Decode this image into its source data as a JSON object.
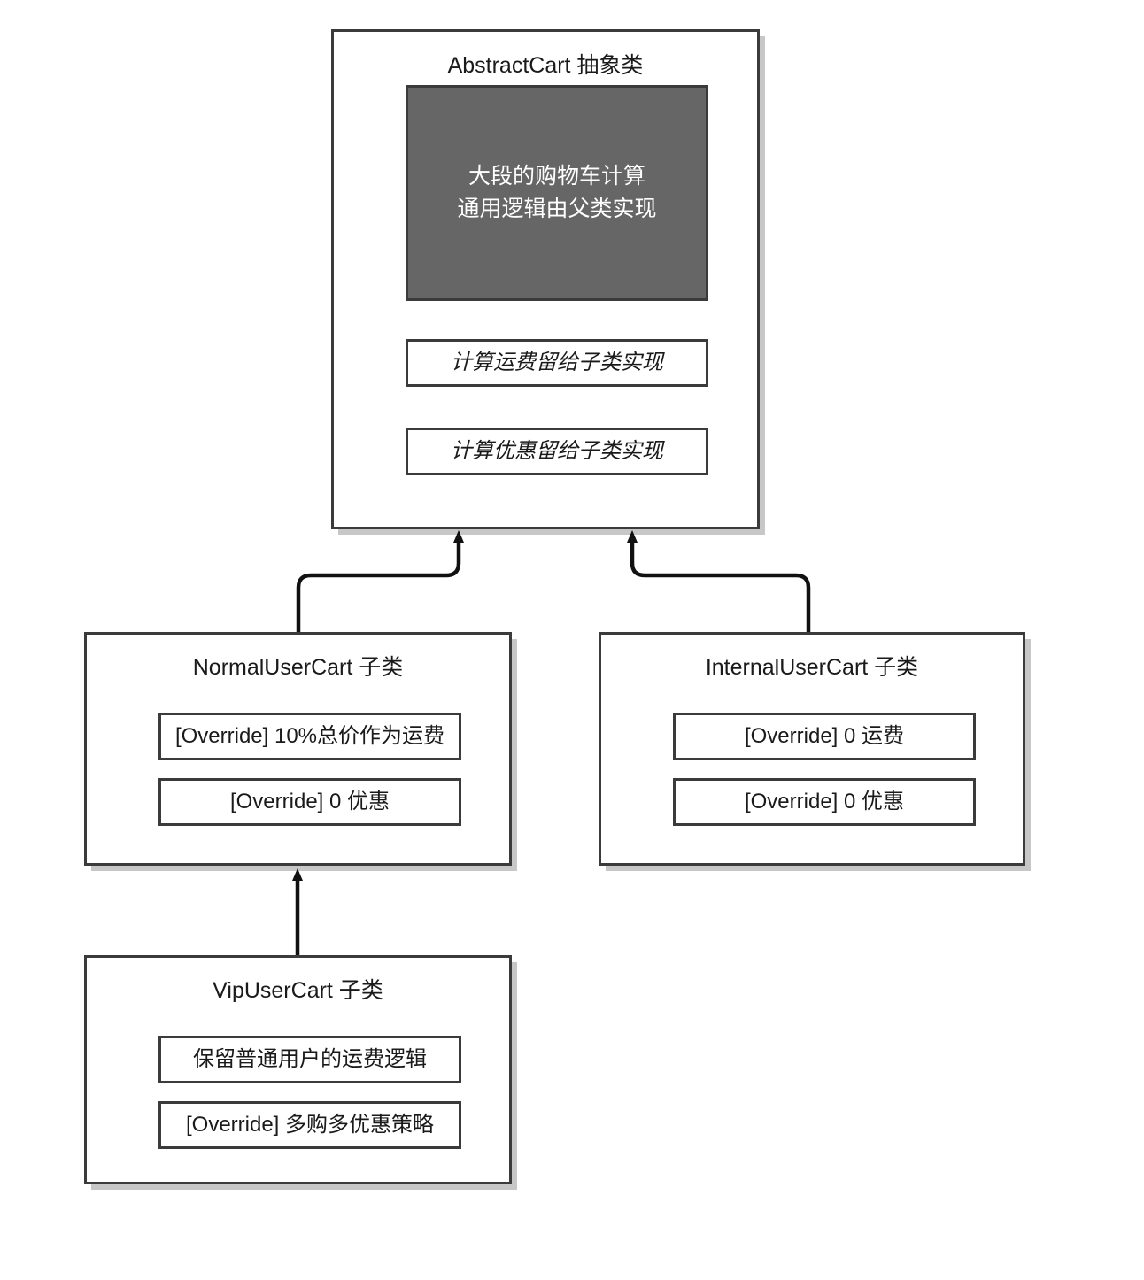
{
  "diagram": {
    "type": "uml-class-diagram",
    "title": "AbstractCart inheritance hierarchy",
    "colors": {
      "background": "#ffffff",
      "box_border": "#3b3b3b",
      "box_fill": "#ffffff",
      "blob_fill": "#666666",
      "blob_text": "#ffffff",
      "text": "#1a1a1a",
      "connector": "#111111",
      "shadow": "rgba(0,0,0,0.22)"
    },
    "classes": [
      {
        "id": "abstract-cart",
        "name": "AbstractCart 抽象类",
        "blob": "大段的购物车计算\n通用逻辑由父类实现",
        "members": [
          {
            "label": "计算运费留给子类实现",
            "abstract": true
          },
          {
            "label": "计算优惠留给子类实现",
            "abstract": true
          }
        ]
      },
      {
        "id": "normal-cart",
        "name": "NormalUserCart 子类",
        "members": [
          {
            "label": "[Override] 10%总价作为运费",
            "abstract": false
          },
          {
            "label": "[Override] 0 优惠",
            "abstract": false
          }
        ]
      },
      {
        "id": "internal-cart",
        "name": "InternalUserCart 子类",
        "members": [
          {
            "label": "[Override] 0 运费",
            "abstract": false
          },
          {
            "label": "[Override] 0 优惠",
            "abstract": false
          }
        ]
      },
      {
        "id": "vip-cart",
        "name": "VipUserCart 子类",
        "members": [
          {
            "label": "保留普通用户的运费逻辑",
            "abstract": false
          },
          {
            "label": "[Override] 多购多优惠策略",
            "abstract": false
          }
        ]
      }
    ],
    "relations": [
      {
        "id": "normal-to-abstract",
        "from": "NormalUserCart 子类",
        "to": "AbstractCart 抽象类",
        "kind": "inheritance"
      },
      {
        "id": "internal-to-abstract",
        "from": "InternalUserCart 子类",
        "to": "AbstractCart 抽象类",
        "kind": "inheritance"
      },
      {
        "id": "vip-to-normal",
        "from": "VipUserCart 子类",
        "to": "NormalUserCart 子类",
        "kind": "inheritance"
      }
    ]
  }
}
